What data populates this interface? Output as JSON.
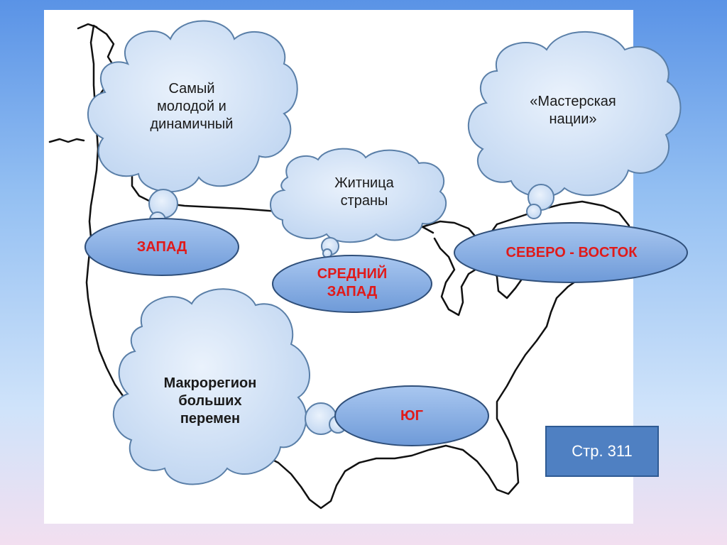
{
  "clouds": {
    "west": "Самый\nмолодой и\nдинамичный",
    "midwest": "Житница\nстраны",
    "northeast": "«Мастерская\nнации»",
    "south": "Макрорегион\nбольших\nперемен"
  },
  "regions": {
    "west": "ЗАПАД",
    "midwest": "СРЕДНИЙ\nЗАПАД",
    "northeast": "СЕВЕРО - ВОСТОК",
    "south": "ЮГ"
  },
  "page_reference": "Стр. 311",
  "colors": {
    "cloud_fill": "#c9dcf4",
    "cloud_stroke": "#5a7fa8",
    "ellipse_fill": "#86aee3",
    "region_text": "#e01a1a",
    "badge_fill": "#4f80c2"
  }
}
